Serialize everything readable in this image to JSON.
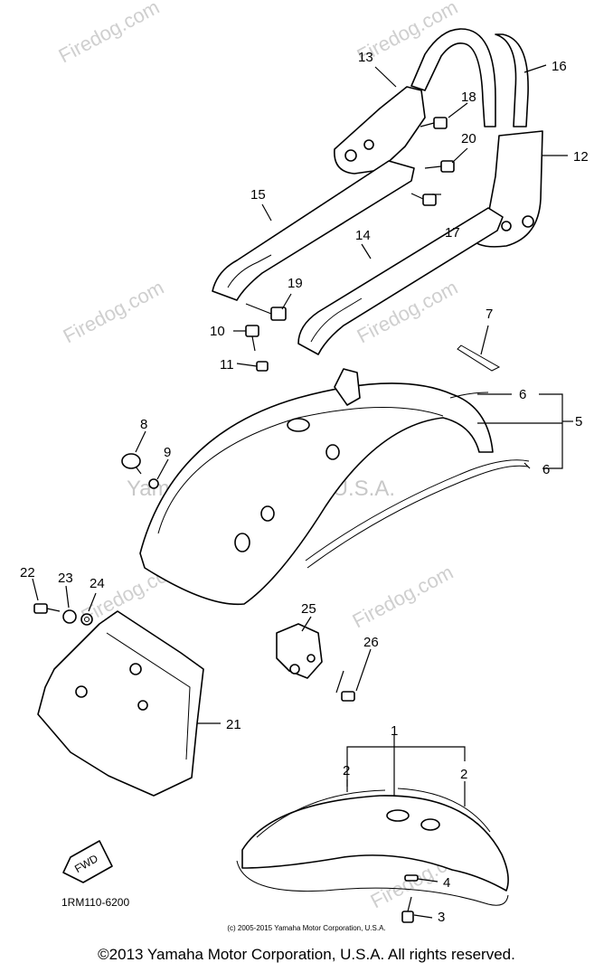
{
  "watermark": {
    "site": "Firedog.com",
    "company": "Yamaha Motor Corp, U.S.A."
  },
  "callouts": [
    "1",
    "2",
    "2",
    "3",
    "4",
    "5",
    "6",
    "6",
    "7",
    "8",
    "9",
    "10",
    "11",
    "12",
    "13",
    "14",
    "15",
    "16",
    "17",
    "18",
    "19",
    "20",
    "21",
    "22",
    "23",
    "24",
    "25",
    "26"
  ],
  "badges": {
    "fwd": "FWD"
  },
  "diagram_code": "1RM110-6200",
  "footer": {
    "small": "(c) 2005-2015 Yamaha Motor Corporation, U.S.A.",
    "main": "©2013 Yamaha Motor Corporation, U.S.A. All rights reserved."
  }
}
